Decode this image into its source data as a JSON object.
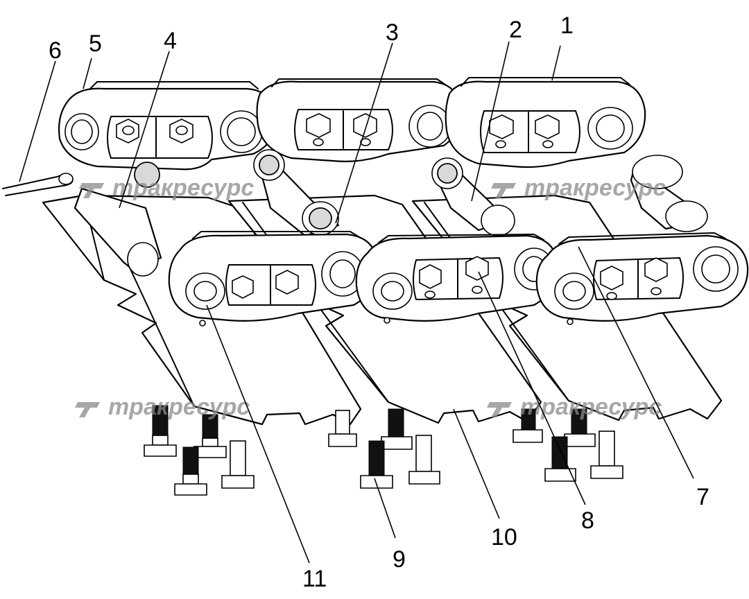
{
  "diagram": {
    "callouts": [
      {
        "id": "1",
        "label": "1"
      },
      {
        "id": "2",
        "label": "2"
      },
      {
        "id": "3",
        "label": "3"
      },
      {
        "id": "4",
        "label": "4"
      },
      {
        "id": "5",
        "label": "5"
      },
      {
        "id": "6",
        "label": "6"
      },
      {
        "id": "7",
        "label": "7"
      },
      {
        "id": "8",
        "label": "8"
      },
      {
        "id": "9",
        "label": "9"
      },
      {
        "id": "10",
        "label": "10"
      },
      {
        "id": "11",
        "label": "11"
      }
    ],
    "watermark": {
      "text": "тракресурс"
    }
  }
}
